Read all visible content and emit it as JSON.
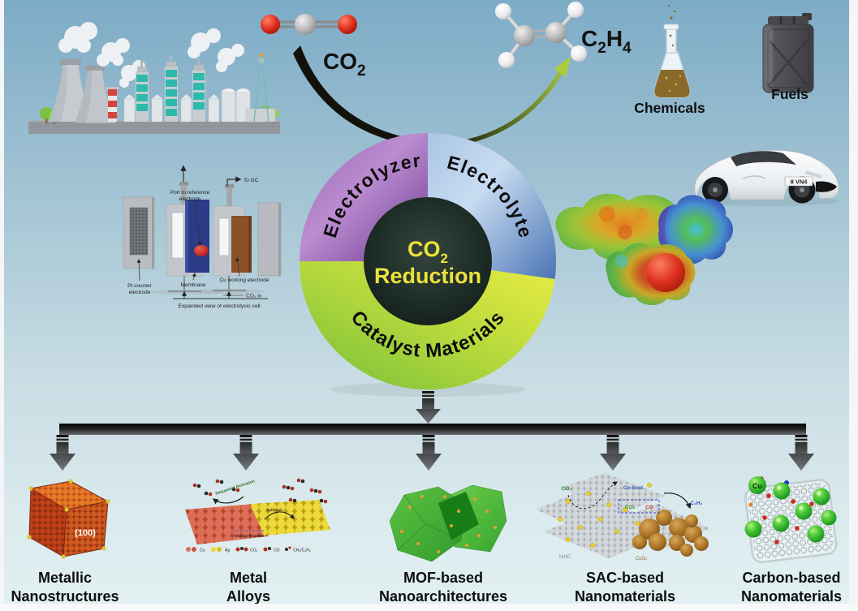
{
  "molecules": {
    "co2": {
      "base": "CO",
      "sub": "2"
    },
    "c2h4": {
      "c": "C",
      "csub": "2",
      "h": "H",
      "hsub": "4"
    }
  },
  "products": {
    "chemicals": "Chemicals",
    "fuels": "Fuels"
  },
  "car": {
    "plate": "8 VN4"
  },
  "donut": {
    "segments": [
      {
        "label": "Electrolyzer",
        "color": "#9a68b4"
      },
      {
        "label": "Electrolyte",
        "color": "#7fa6d6"
      },
      {
        "label": "Catalyst Materials",
        "color": "#a9d23d"
      }
    ],
    "center": {
      "line1": "CO",
      "line1_sub": "2",
      "line2": "Reduction",
      "text_color": "#ece23a",
      "bg_color": "#16231f"
    }
  },
  "cell_diagram": {
    "to_gc": "To GC",
    "port_line1": "Port to reference",
    "port_line2": "electrode",
    "pt_line1": "Pt counter",
    "pt_line2": "electrode",
    "membrane": "Membrane",
    "cu_working": "Cu working electrode",
    "co2_in": "CO₂ in",
    "caption": "Expanded view of electrolysis cell"
  },
  "metallic": {
    "facet": "(100)"
  },
  "alloys": {
    "sequential": "Sequential Activation",
    "spillover": "Spillover",
    "charge": "Charge Transfer",
    "legend": [
      {
        "label": "Cu"
      },
      {
        "label": "Ag"
      },
      {
        "label": "CO₂"
      },
      {
        "label": "CO"
      },
      {
        "label": "CH₄/C₂H₄"
      }
    ]
  },
  "sac": {
    "co2": "CO₂",
    "cofeed": "Co-feed",
    "co2_box": "CO₂",
    "co_box": "CO",
    "c2h4": "C₂H₄",
    "ninc": "NiNC",
    "cuox": "CuOₓ"
  },
  "carbon": {
    "cu": "Cu"
  },
  "categories": [
    {
      "line1": "Metallic",
      "line2": "Nanostructures"
    },
    {
      "line1": "Metal",
      "line2": "Alloys"
    },
    {
      "line1": "MOF-based",
      "line2": "Nanoarchitectures"
    },
    {
      "line1": "SAC-based",
      "line2": "Nanomaterials"
    },
    {
      "line1": "Carbon-based",
      "line2": "Nanomaterials"
    }
  ],
  "colors": {
    "background_top": "#7dabc6",
    "background_bottom": "#e2f0f2",
    "frame": "#f3f5f6",
    "flow_dark": "#0a0a0a",
    "flow_gray": "#6e6e6e"
  }
}
